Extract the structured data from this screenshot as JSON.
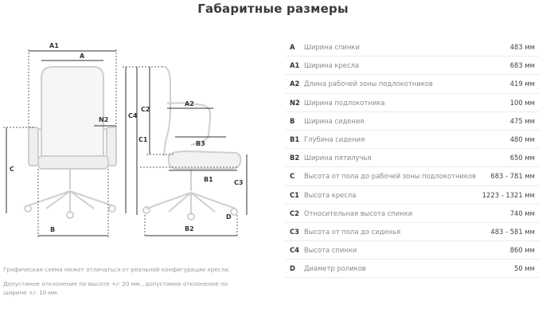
{
  "title": "Габаритные размеры",
  "diagram_labels": {
    "A1": "A1",
    "A": "A",
    "N2": "N2",
    "C": "C",
    "B": "B",
    "C4": "C4",
    "C1": "C1",
    "C2": "C2",
    "A2": "A2",
    "B3": "B3",
    "B1": "B1",
    "C3": "C3",
    "B2": "B2",
    "D": "D"
  },
  "specs": [
    {
      "code": "A",
      "label": "Ширина спинки",
      "value": "483 мм"
    },
    {
      "code": "A1",
      "label": "Ширина кресла",
      "value": "683 мм"
    },
    {
      "code": "A2",
      "label": "Длина рабочей зоны подлокотников",
      "value": "419 мм"
    },
    {
      "code": "N2",
      "label": "Ширина подлокотника",
      "value": "100 мм"
    },
    {
      "code": "B",
      "label": "Ширина сидения",
      "value": "475 мм"
    },
    {
      "code": "B1",
      "label": "Глубина сидения",
      "value": "480 мм"
    },
    {
      "code": "B2",
      "label": "Ширина пятилучья",
      "value": "650 мм"
    },
    {
      "code": "C",
      "label": "Высота от пола до рабочей зоны подлокотников",
      "value": "683 - 781 мм"
    },
    {
      "code": "C1",
      "label": "Высота кресла",
      "value": "1223 - 1321 мм"
    },
    {
      "code": "C2",
      "label": "Относительная высота спинки",
      "value": "740 мм"
    },
    {
      "code": "C3",
      "label": "Высота от пола до сиденья",
      "value": "483 - 581 мм"
    },
    {
      "code": "C4",
      "label": "Высота спинки",
      "value": "860 мм"
    },
    {
      "code": "D",
      "label": "Диаметр роликов",
      "value": "50 мм"
    }
  ],
  "notes": {
    "note1": "Графическая схема может отличаться от реальной конфигурации кресла.",
    "note2": "Допустимое отклонение по высоте +/- 20 мм., допустимое отклонение по ширине +/- 10 мм."
  }
}
